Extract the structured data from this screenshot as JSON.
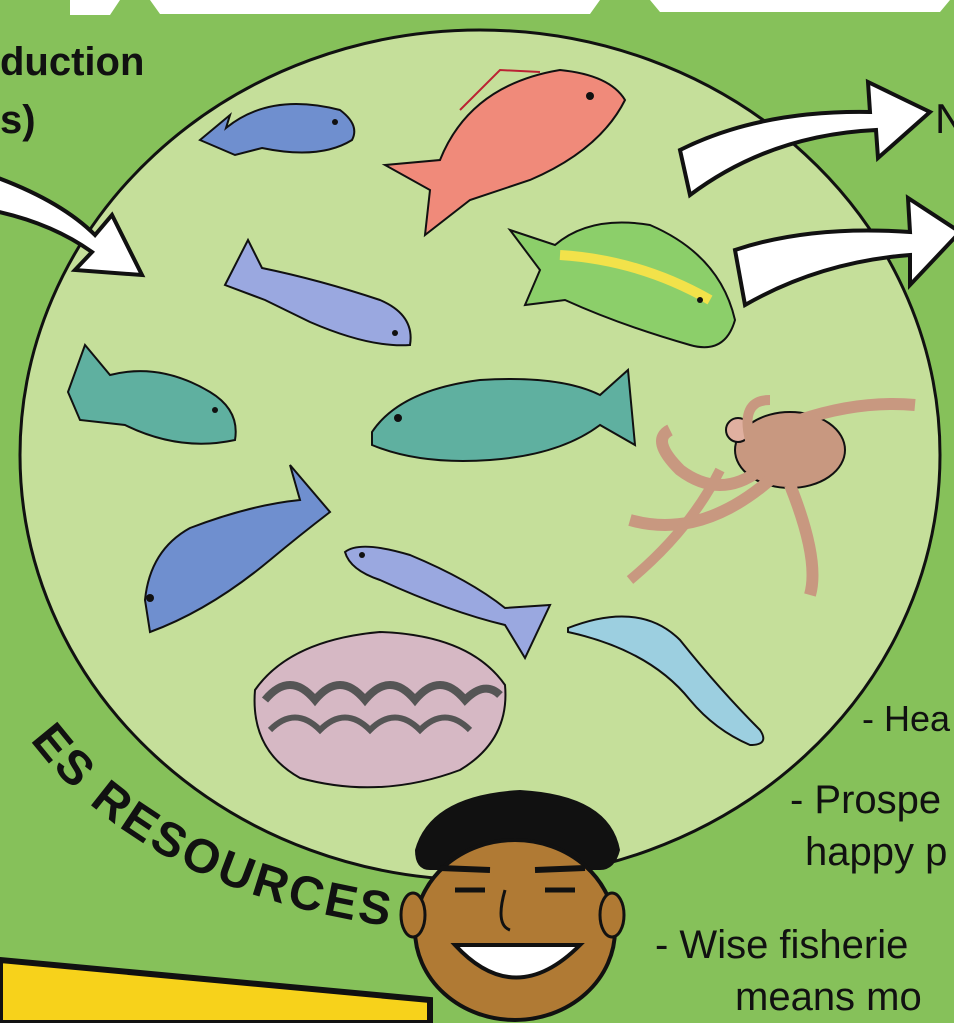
{
  "poster": {
    "top_left_text": [
      "duction",
      "s)"
    ],
    "arrow_text_top": "N",
    "arc_label": "ES RESOURCES",
    "bullets": [
      "- Hea",
      "- Prospe",
      "happy p",
      "- Wise fisherie",
      "means mo"
    ]
  },
  "colors": {
    "background": "#86c15a",
    "circle_fill": "#c5df9a",
    "outline": "#111111",
    "banner": "#f7d21b"
  },
  "creatures": [
    "blue-trevally-icon",
    "red-snapper-icon",
    "silver-sardine-icon",
    "green-parrotfish-icon",
    "spotted-grouper-small-icon",
    "spotted-grouper-large-icon",
    "octopus-icon",
    "blue-trevally-large-icon",
    "silver-sardine-2-icon",
    "eel-icon",
    "giant-clam-icon",
    "smiling-man-icon"
  ]
}
